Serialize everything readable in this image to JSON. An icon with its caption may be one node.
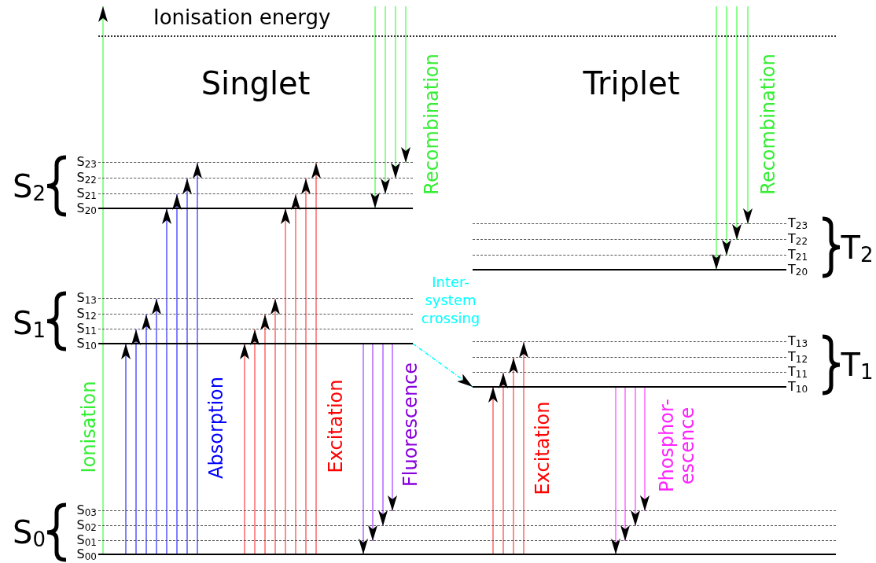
{
  "diagram": {
    "nodes": [
      {
        "text": [
          "Ionisation energy"
        ]
      },
      {
        "text": [
          "S$_{23}$"
        ]
      },
      {
        "text": [
          "S$_{22}$"
        ]
      },
      {
        "text": [
          "S$_{21}$"
        ]
      },
      {
        "text": [
          "S$_{20}$"
        ]
      },
      {
        "text": [
          "S$_{13}$"
        ]
      },
      {
        "text": [
          "S$_{12}$"
        ]
      },
      {
        "text": [
          "S$_{11}$"
        ]
      },
      {
        "text": [
          "S$_{10}$"
        ]
      },
      {
        "text": [
          "T$_{23}$"
        ]
      },
      {
        "text": [
          "T$_{22}$"
        ]
      },
      {
        "text": [
          "T$_{21}$"
        ]
      },
      {
        "text": [
          "T$_{20}$"
        ]
      },
      {
        "text": [
          "T$_{13}$"
        ]
      },
      {
        "text": [
          "T$_{12}$"
        ]
      },
      {
        "text": [
          "T$_{11}$"
        ]
      },
      {
        "text": [
          "T$_{10}$"
        ]
      },
      {
        "text": [
          "S$_{03}$"
        ]
      },
      {
        "text": [
          "S$_{02}$"
        ]
      },
      {
        "text": [
          "S$_{01}$"
        ]
      },
      {
        "text": [
          "S$_{00}$"
        ]
      }
    ],
    "edges": [
      {
        "from": 20,
        "to": 0,
        "arrow": "to",
        "color": "#66ff66"
      },
      {
        "from": 20,
        "to": 8,
        "arrow": "to",
        "color": "#5555ff"
      },
      {
        "from": 20,
        "to": 7,
        "arrow": "to",
        "color": "#5555ff"
      },
      {
        "from": 20,
        "to": 6,
        "arrow": "to",
        "color": "#5555ff"
      },
      {
        "from": 20,
        "to": 5,
        "arrow": "to",
        "color": "#5555ff"
      },
      {
        "from": 20,
        "to": 4,
        "arrow": "to",
        "color": "#5555ff"
      },
      {
        "from": 20,
        "to": 3,
        "arrow": "to",
        "color": "#5555ff"
      },
      {
        "from": 20,
        "to": 2,
        "arrow": "to",
        "color": "#5555ff"
      },
      {
        "from": 20,
        "to": 1,
        "arrow": "to",
        "color": "#5555ff"
      },
      {
        "from": 20,
        "to": 8,
        "arrow": "to",
        "color": "#ff6666"
      },
      {
        "from": 20,
        "to": 7,
        "arrow": "to",
        "color": "#ff6666"
      },
      {
        "from": 20,
        "to": 6,
        "arrow": "to",
        "color": "#ff6666"
      },
      {
        "from": 20,
        "to": 5,
        "arrow": "to",
        "color": "#ff6666"
      },
      {
        "from": 20,
        "to": 4,
        "arrow": "to",
        "color": "#ff6666"
      },
      {
        "from": 20,
        "to": 3,
        "arrow": "to",
        "color": "#ff6666"
      },
      {
        "from": 20,
        "to": 2,
        "arrow": "to",
        "color": "#ff6666"
      },
      {
        "from": 20,
        "to": 1,
        "arrow": "to",
        "color": "#ff6666"
      },
      {
        "from": 0,
        "to": 4,
        "arrow": "to",
        "color": "#66ff66"
      },
      {
        "from": 0,
        "to": 3,
        "arrow": "to",
        "color": "#66ff66"
      },
      {
        "from": 0,
        "to": 2,
        "arrow": "to",
        "color": "#66ff66"
      },
      {
        "from": 0,
        "to": 1,
        "arrow": "to",
        "color": "#66ff66"
      },
      {
        "from": 8,
        "to": 20,
        "arrow": "to",
        "color": "#b366ff"
      },
      {
        "from": 8,
        "to": 19,
        "arrow": "to",
        "color": "#b366ff"
      },
      {
        "from": 8,
        "to": 18,
        "arrow": "to",
        "color": "#b366ff"
      },
      {
        "from": 8,
        "to": 17,
        "arrow": "to",
        "color": "#b366ff"
      },
      {
        "from": 8,
        "to": 16,
        "arrow": "to",
        "label": "Inter- system crossing",
        "style": "dashed",
        "color": "#00ffff"
      },
      {
        "from": 20,
        "to": 16,
        "arrow": "to",
        "color": "#ff6666"
      },
      {
        "from": 20,
        "to": 15,
        "arrow": "to",
        "color": "#ff6666"
      },
      {
        "from": 20,
        "to": 14,
        "arrow": "to",
        "color": "#ff6666"
      },
      {
        "from": 20,
        "to": 13,
        "arrow": "to",
        "color": "#ff6666"
      },
      {
        "from": 16,
        "to": 20,
        "arrow": "to",
        "color": "#ff66ff"
      },
      {
        "from": 16,
        "to": 19,
        "arrow": "to",
        "color": "#ff66ff"
      },
      {
        "from": 16,
        "to": 18,
        "arrow": "to",
        "color": "#ff66ff"
      },
      {
        "from": 16,
        "to": 17,
        "arrow": "to",
        "color": "#ff66ff"
      },
      {
        "from": 0,
        "to": 12,
        "arrow": "to",
        "color": "#66ff66"
      },
      {
        "from": 0,
        "to": 11,
        "arrow": "to",
        "color": "#66ff66"
      },
      {
        "from": 0,
        "to": 10,
        "arrow": "to",
        "color": "#66ff66"
      },
      {
        "from": 0,
        "to": 9,
        "arrow": "to",
        "color": "#66ff66"
      }
    ],
    "labels": [
      "Singlet",
      "Triplet",
      "Recombination",
      "Recombination",
      "S$_{2}$",
      "T$_{2}$",
      "S$_{1}$",
      "T$_{1}$",
      "Ionisation",
      "Absorption",
      "Excitation",
      "Fluorescence",
      "Excitation",
      "Phosphor- escence",
      "S$_{0}$"
    ]
  }
}
